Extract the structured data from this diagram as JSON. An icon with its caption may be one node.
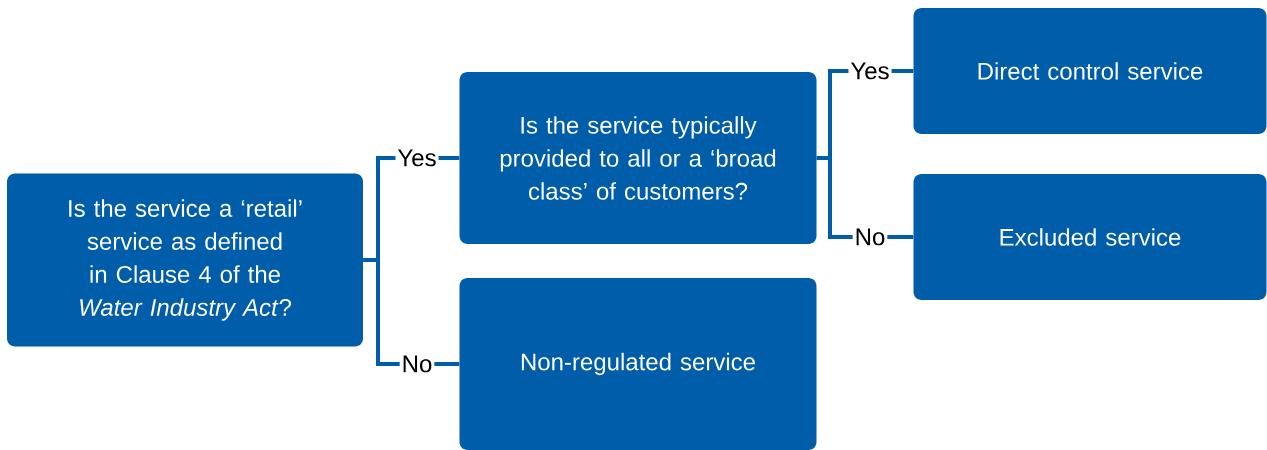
{
  "diagram": {
    "nodes": [
      {
        "text": [
          "Is the service a ‘retail’ service as defined in Clause 4 of the *Water Industry Act*?"
        ]
      },
      {
        "text": [
          "Is the service typically provided to all or a ‘broad class’ of customers?"
        ]
      },
      {
        "text": [
          "Non-regulated service"
        ]
      },
      {
        "text": [
          "Direct control service"
        ]
      },
      {
        "text": [
          "Excluded service"
        ]
      }
    ],
    "edges": [
      {
        "from": 0,
        "to": 1,
        "arrow": "none",
        "label": "Yes"
      },
      {
        "from": 0,
        "to": 2,
        "arrow": "none",
        "label": "No"
      },
      {
        "from": 1,
        "to": 3,
        "arrow": "none",
        "label": "Yes"
      },
      {
        "from": 1,
        "to": 4,
        "arrow": "none",
        "label": "No"
      }
    ]
  }
}
